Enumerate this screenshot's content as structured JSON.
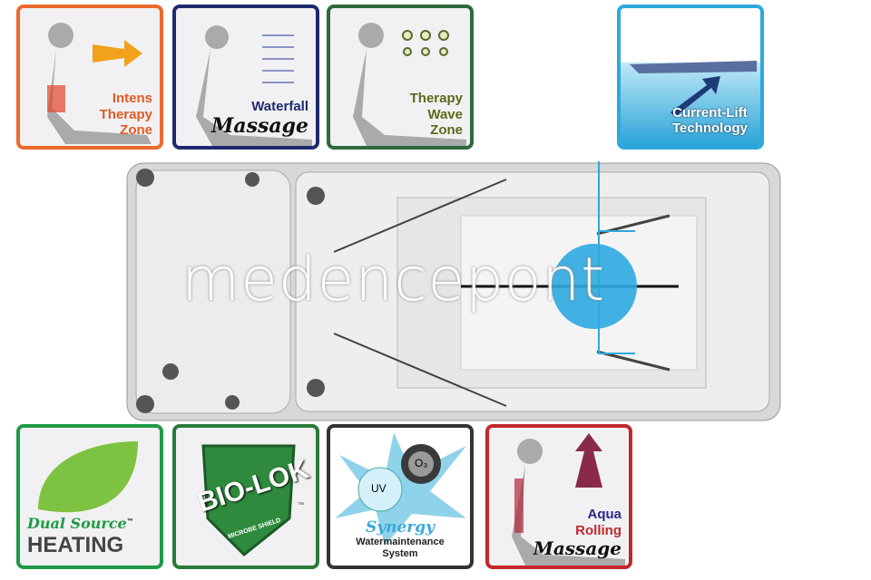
{
  "features_top": [
    {
      "line1": "Intens",
      "line2": "Therapy",
      "line3": "Zone",
      "color": "#ec6a2b"
    },
    {
      "line1": "Waterfall",
      "line2": "Massage",
      "color": "#1e2a6e"
    },
    {
      "line1": "Therapy",
      "line2": "Wave",
      "line3": "Zone",
      "color": "#2e6a3a"
    },
    {
      "line1": "Current-Lift",
      "line2": "Technology",
      "color": "#2ea8dc"
    }
  ],
  "features_bottom": [
    {
      "line1": "Dual Source",
      "tm": "™",
      "line2": "HEATING",
      "color": "#1f9a45"
    },
    {
      "line1": "BIO-LOK",
      "line2": "MICROBE SHIELD",
      "tm": "™",
      "color": "#2a7a3a"
    },
    {
      "bubble1": "UV",
      "bubble2": "O₃",
      "line1": "Synergy",
      "line2": "Watermaintenance",
      "line3": "System",
      "color": "#333333"
    },
    {
      "line1": "Aqua",
      "line2": "Rolling",
      "line3": "Massage",
      "color": "#c0282d"
    }
  ],
  "watermark": "medencepont"
}
